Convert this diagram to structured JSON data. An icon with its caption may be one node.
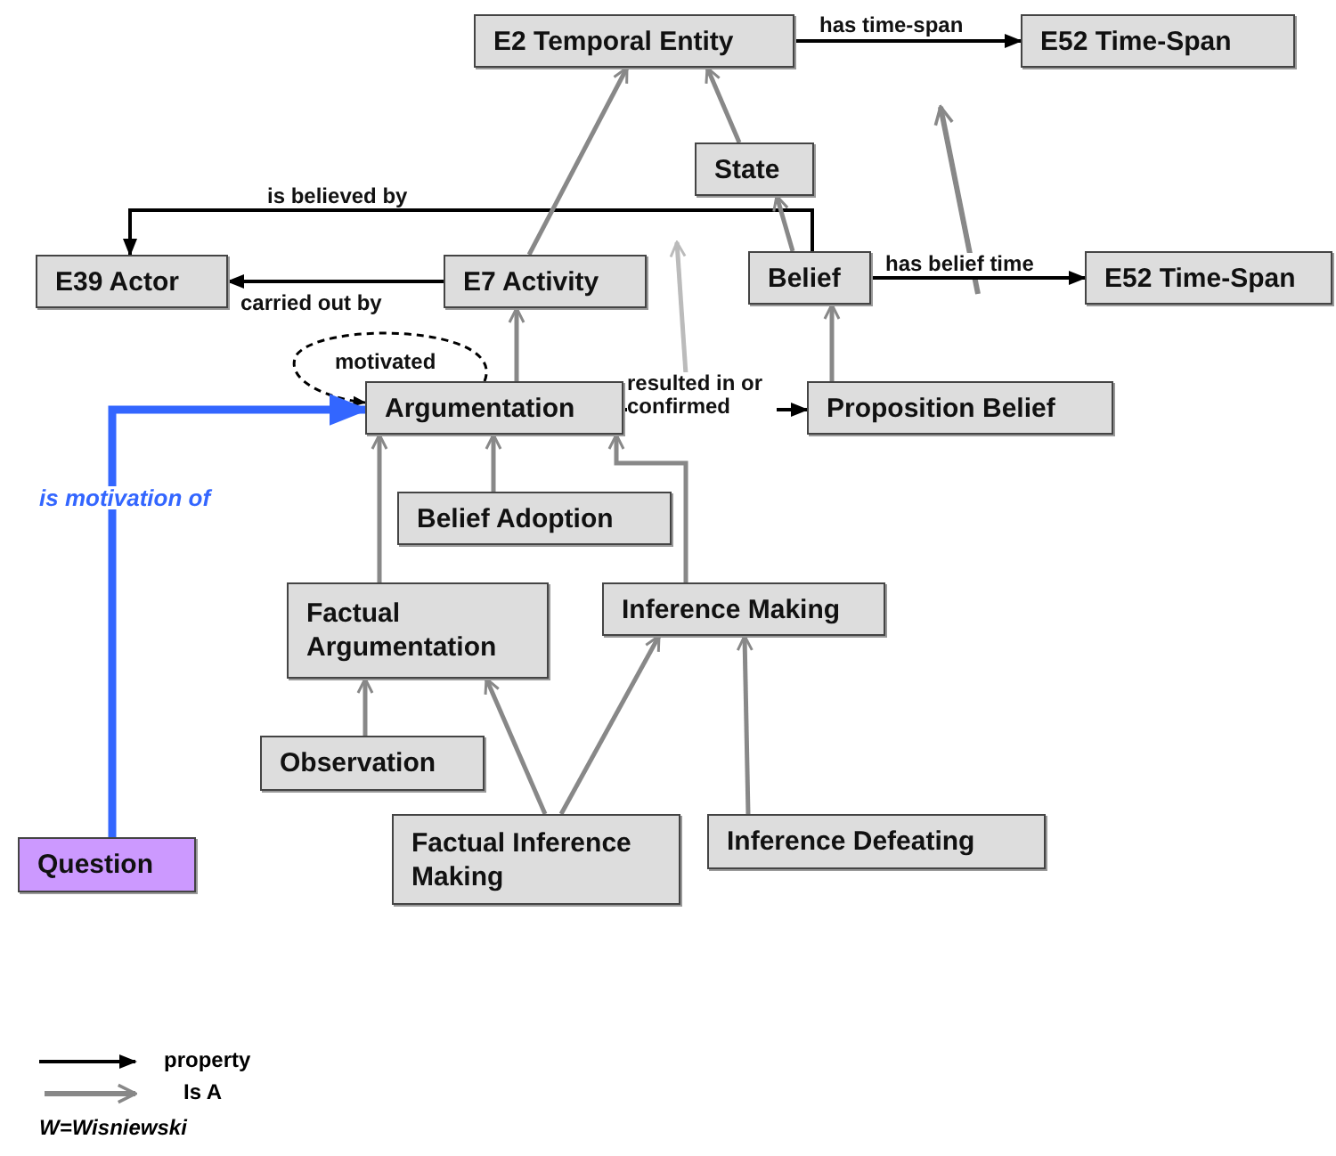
{
  "diagram": {
    "nodes": [
      {
        "text": [
          "E2 Temporal Entity"
        ]
      },
      {
        "text": [
          "E52 Time-Span"
        ]
      },
      {
        "text": [
          "State"
        ]
      },
      {
        "text": [
          "E39 Actor"
        ]
      },
      {
        "text": [
          "E7 Activity"
        ]
      },
      {
        "text": [
          "Belief"
        ]
      },
      {
        "text": [
          "E52 Time-Span"
        ]
      },
      {
        "text": [
          "Argumentation"
        ]
      },
      {
        "text": [
          "Proposition Belief"
        ]
      },
      {
        "text": [
          "Belief Adoption"
        ]
      },
      {
        "text": [
          "Factual Argumentation"
        ]
      },
      {
        "text": [
          "Inference Making"
        ]
      },
      {
        "text": [
          "Observation"
        ]
      },
      {
        "text": [
          "Question"
        ]
      },
      {
        "text": [
          "Factual Inference Making"
        ]
      },
      {
        "text": [
          "Inference Defeating"
        ]
      }
    ],
    "edges": [
      {
        "from": 0,
        "to": 1,
        "arrow": "to",
        "label": "has time-span",
        "color": "#000000"
      },
      {
        "from": 5,
        "to": 6,
        "arrow": "to",
        "label": "has belief time",
        "color": "#000000"
      },
      {
        "from": 5,
        "to": 3,
        "arrow": "to",
        "label": "is believed by",
        "color": "#000000"
      },
      {
        "from": 4,
        "to": 3,
        "arrow": "to",
        "label": "carried out by",
        "color": "#000000"
      },
      {
        "from": 7,
        "to": 7,
        "arrow": "to",
        "label": "motivated",
        "style": "dashed",
        "color": "#000000"
      },
      {
        "from": 7,
        "to": 8,
        "arrow": "to",
        "label": "resulted in or confirmed",
        "color": "#000000"
      },
      {
        "from": 13,
        "to": 7,
        "arrow": "to",
        "label": "is motivation of",
        "style": "thick",
        "color": "#3366ff"
      },
      {
        "from": 4,
        "to": 0,
        "arrow": "to"
      },
      {
        "from": 2,
        "to": 0,
        "arrow": "to"
      },
      {
        "from": 5,
        "to": 2,
        "arrow": "to"
      },
      {
        "from": 7,
        "to": 4,
        "arrow": "to"
      },
      {
        "from": 8,
        "to": 5,
        "arrow": "to"
      },
      {
        "from": 9,
        "to": 7,
        "arrow": "to"
      },
      {
        "from": 10,
        "to": 7,
        "arrow": "to"
      },
      {
        "from": 11,
        "to": 7,
        "arrow": "to"
      },
      {
        "from": 12,
        "to": 10,
        "arrow": "to"
      },
      {
        "from": 14,
        "to": 10,
        "arrow": "to"
      },
      {
        "from": 14,
        "to": 11,
        "arrow": "to"
      },
      {
        "from": 15,
        "to": 11,
        "arrow": "to"
      }
    ],
    "labels": [
      "W=Wisniewski"
    ],
    "legend": [
      {
        "text": "property"
      },
      {
        "text": "Is A"
      }
    ]
  }
}
